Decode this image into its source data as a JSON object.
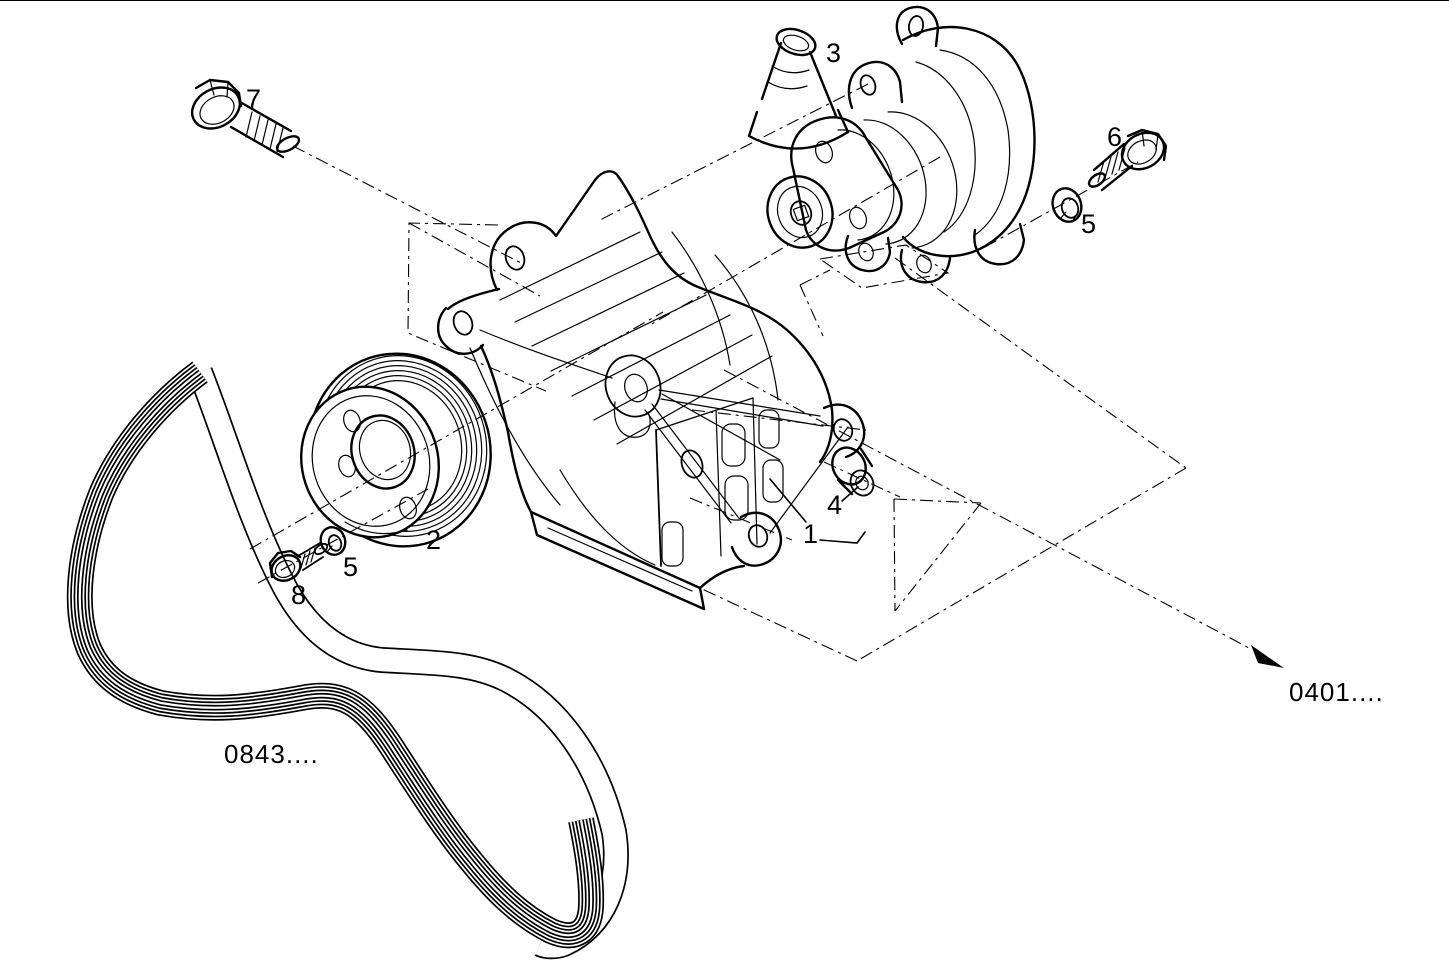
{
  "diagram": {
    "kind": "exploded-parts-line-drawing",
    "background": "#ffffff",
    "line_color": "#000000"
  },
  "callouts": [
    {
      "ref": "1",
      "part": "mounting-bracket"
    },
    {
      "ref": "2",
      "part": "grooved-pulley"
    },
    {
      "ref": "3",
      "part": "pump"
    },
    {
      "ref": "4",
      "part": "plug-bush"
    },
    {
      "ref": "5",
      "part": "lock-washer-left"
    },
    {
      "ref": "5",
      "part": "lock-washer-right"
    },
    {
      "ref": "6",
      "part": "hex-bolt-right"
    },
    {
      "ref": "7",
      "part": "hex-bolt-top-left"
    },
    {
      "ref": "8",
      "part": "hex-bolt-bottom-left"
    }
  ],
  "codes": {
    "belt_reference": "0843....",
    "adjacent_assembly_reference": "0401...."
  }
}
